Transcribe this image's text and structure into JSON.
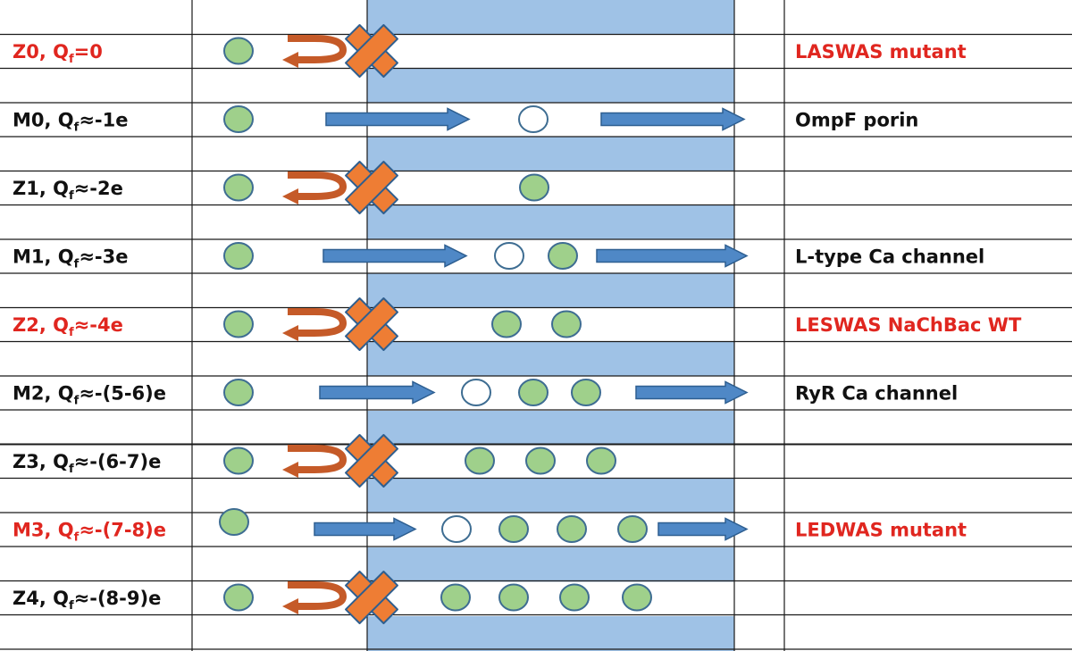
{
  "colors": {
    "black": "#111111",
    "red": "#e0261f",
    "channel_band": "#9fc2e6",
    "arrow_fill": "#4f88c6",
    "arrow_stroke": "#2e5f91",
    "ion_fill": "#9fd08b",
    "ion_stroke": "#3e6d92",
    "vacancy_fill": "#ffffff",
    "block_fill": "#ee7d34",
    "block_stroke": "#2f5f8f",
    "uturn": "#c55a28"
  },
  "rows": [
    {
      "id": "z0",
      "label_prefix": "Z0, Q",
      "label_sub": "f",
      "label_suffix": "=0",
      "label_color": "red",
      "kind": "blocked",
      "inner_ions": 0,
      "channel_name": "LASWAS mutant",
      "channel_color": "red"
    },
    {
      "id": "m0",
      "label_prefix": "M0, Q",
      "label_sub": "f",
      "label_suffix": "≈-1e",
      "label_color": "black",
      "kind": "conducting",
      "inner_ions": 0,
      "channel_name": "OmpF porin",
      "channel_color": "black"
    },
    {
      "id": "z1",
      "label_prefix": "Z1, Q",
      "label_sub": "f",
      "label_suffix": "≈-2e",
      "label_color": "black",
      "kind": "blocked",
      "inner_ions": 1,
      "channel_name": "",
      "channel_color": "black"
    },
    {
      "id": "m1",
      "label_prefix": "M1, Q",
      "label_sub": "f",
      "label_suffix": "≈-3e",
      "label_color": "black",
      "kind": "conducting",
      "inner_ions": 1,
      "channel_name": "L-type Ca channel",
      "channel_color": "black"
    },
    {
      "id": "z2",
      "label_prefix": "Z2, Q",
      "label_sub": "f",
      "label_suffix": "≈-4e",
      "label_color": "red",
      "kind": "blocked",
      "inner_ions": 2,
      "channel_name": "LESWAS NaChBac WT",
      "channel_color": "red"
    },
    {
      "id": "m2",
      "label_prefix": "M2, Q",
      "label_sub": "f",
      "label_suffix": "≈-(5-6)e",
      "label_color": "black",
      "kind": "conducting",
      "inner_ions": 2,
      "channel_name": "RyR Ca channel",
      "channel_color": "black"
    },
    {
      "id": "z3",
      "label_prefix": "Z3, Q",
      "label_sub": "f",
      "label_suffix": "≈-(6-7)e",
      "label_color": "black",
      "kind": "blocked",
      "inner_ions": 3,
      "channel_name": "",
      "channel_color": "black"
    },
    {
      "id": "m3",
      "label_prefix": "M3, Q",
      "label_sub": "f",
      "label_suffix": "≈-(7-8)e",
      "label_color": "red",
      "kind": "conducting",
      "inner_ions": 3,
      "channel_name": "LEDWAS mutant",
      "channel_color": "red"
    },
    {
      "id": "z4",
      "label_prefix": "Z4, Q",
      "label_sub": "f",
      "label_suffix": "≈-(8-9)e",
      "label_color": "black",
      "kind": "blocked",
      "inner_ions": 4,
      "channel_name": "",
      "channel_color": "black"
    }
  ]
}
